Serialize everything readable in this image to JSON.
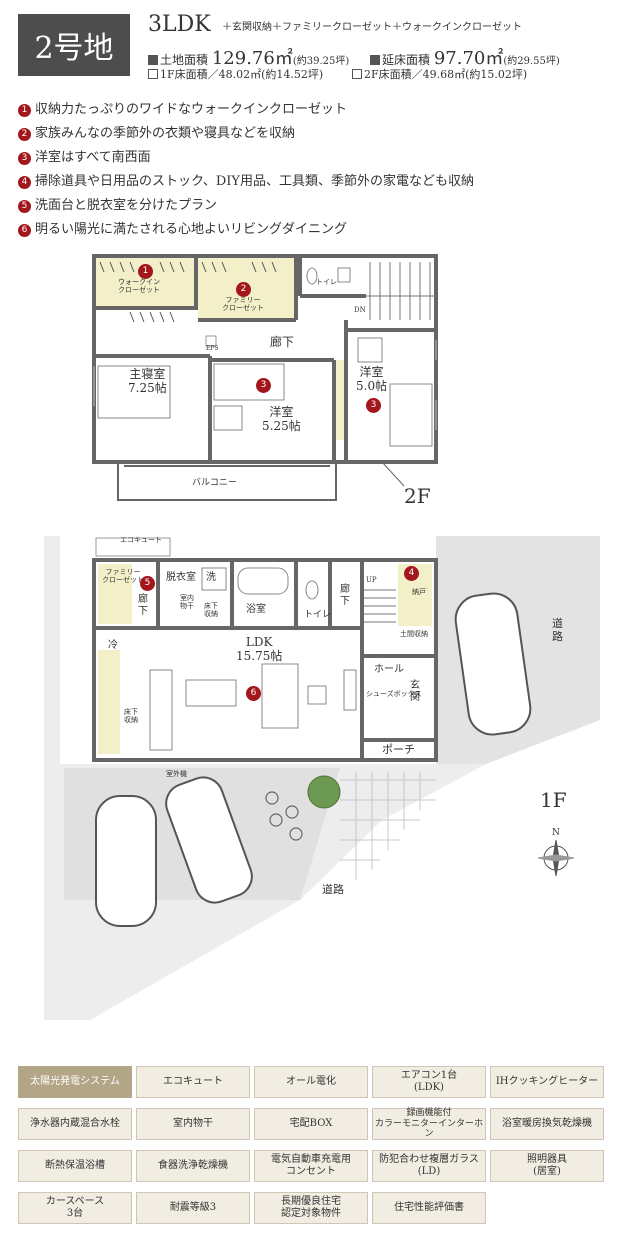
{
  "header": {
    "lot": "2号地",
    "plan_type": "3LDK",
    "storage_note": "＋玄関収納＋ファミリークローゼット＋ウォークインクローゼット",
    "site_area_label": "土地面積",
    "site_area_value": "129.76㎡",
    "site_area_tsubo": "(約39.25坪)",
    "floor_area_label": "延床面積",
    "floor_area_value": "97.70㎡",
    "floor_area_tsubo": "(約29.55坪)",
    "f1_area": "1F床面積／48.02㎡(約14.52坪)",
    "f2_area": "2F床面積／49.68㎡(約15.02坪)"
  },
  "features": [
    {
      "num": "1",
      "text": "収納力たっぷりのワイドなウォークインクローゼット"
    },
    {
      "num": "2",
      "text": "家族みんなの季節外の衣類や寝具などを収納"
    },
    {
      "num": "3",
      "text": "洋室はすべて南西面"
    },
    {
      "num": "4",
      "text": "掃除道具や日用品のストック、DIY用品、工具類、季節外の家電なども収納"
    },
    {
      "num": "5",
      "text": "洗面台と脱衣室を分けたプラン"
    },
    {
      "num": "6",
      "text": "明るい陽光に満たされる心地よいリビングダイニング"
    }
  ],
  "floor2": {
    "tag": "2F",
    "walk_in": "ウォークイン\nクローゼット",
    "family_closet": "ファミリー\nクローゼット",
    "toilet": "トイレ",
    "dn": "DN",
    "eps": "EPS",
    "corridor": "廊下",
    "master": "主寝室\n7.25帖",
    "room_a": "洋室\n5.25帖",
    "room_b": "洋室\n5.0帖",
    "balcony": "バルコニー"
  },
  "floor1": {
    "tag": "1F",
    "ecocute": "エコキュート",
    "family_closet": "ファミリー\nクローゼット",
    "corridor_w": "廊\n下",
    "dressing": "脱衣室",
    "wash": "洗",
    "indoor_dry": "室内\n物干",
    "underfloor": "床下\n収納",
    "bath": "浴室",
    "toilet": "トイレ",
    "corridor_e": "廊\n下",
    "up": "UP",
    "storage": "納戸",
    "entry_storage": "土間収納",
    "fridge": "冷",
    "ldk": "LDK\n15.75帖",
    "hall": "ホール",
    "genkan": "玄\n関",
    "shoes": "シューズボックス",
    "underfloor2": "床下\n収納",
    "porch": "ポーチ",
    "outdoor_unit": "室外機",
    "road_bottom": "道路",
    "road_right": "道\n路"
  },
  "north_label": "N",
  "equipment": [
    {
      "label": "太陽光発電システム",
      "active": true
    },
    {
      "label": "エコキュート",
      "active": false
    },
    {
      "label": "オール電化",
      "active": false
    },
    {
      "label": "エアコン1台\n(LDK)",
      "active": false
    },
    {
      "label": "IHクッキングヒーター",
      "active": false
    },
    {
      "label": "浄水器内蔵混合水栓",
      "active": false
    },
    {
      "label": "室内物干",
      "active": false
    },
    {
      "label": "宅配BOX",
      "active": false
    },
    {
      "label": "録画機能付\nカラーモニターインターホン",
      "active": false
    },
    {
      "label": "浴室暖房換気乾燥機",
      "active": false
    },
    {
      "label": "断熱保温浴槽",
      "active": false
    },
    {
      "label": "食器洗浄乾燥機",
      "active": false
    },
    {
      "label": "電気自動車充電用\nコンセント",
      "active": false
    },
    {
      "label": "防犯合わせ複層ガラス\n(LD)",
      "active": false
    },
    {
      "label": "照明器具\n(居室)",
      "active": false
    },
    {
      "label": "カースペース\n3台",
      "active": false
    },
    {
      "label": "耐震等級3",
      "active": false
    },
    {
      "label": "長期優良住宅\n認定対象物件",
      "active": false
    },
    {
      "label": "住宅性能評価書",
      "active": false
    }
  ]
}
